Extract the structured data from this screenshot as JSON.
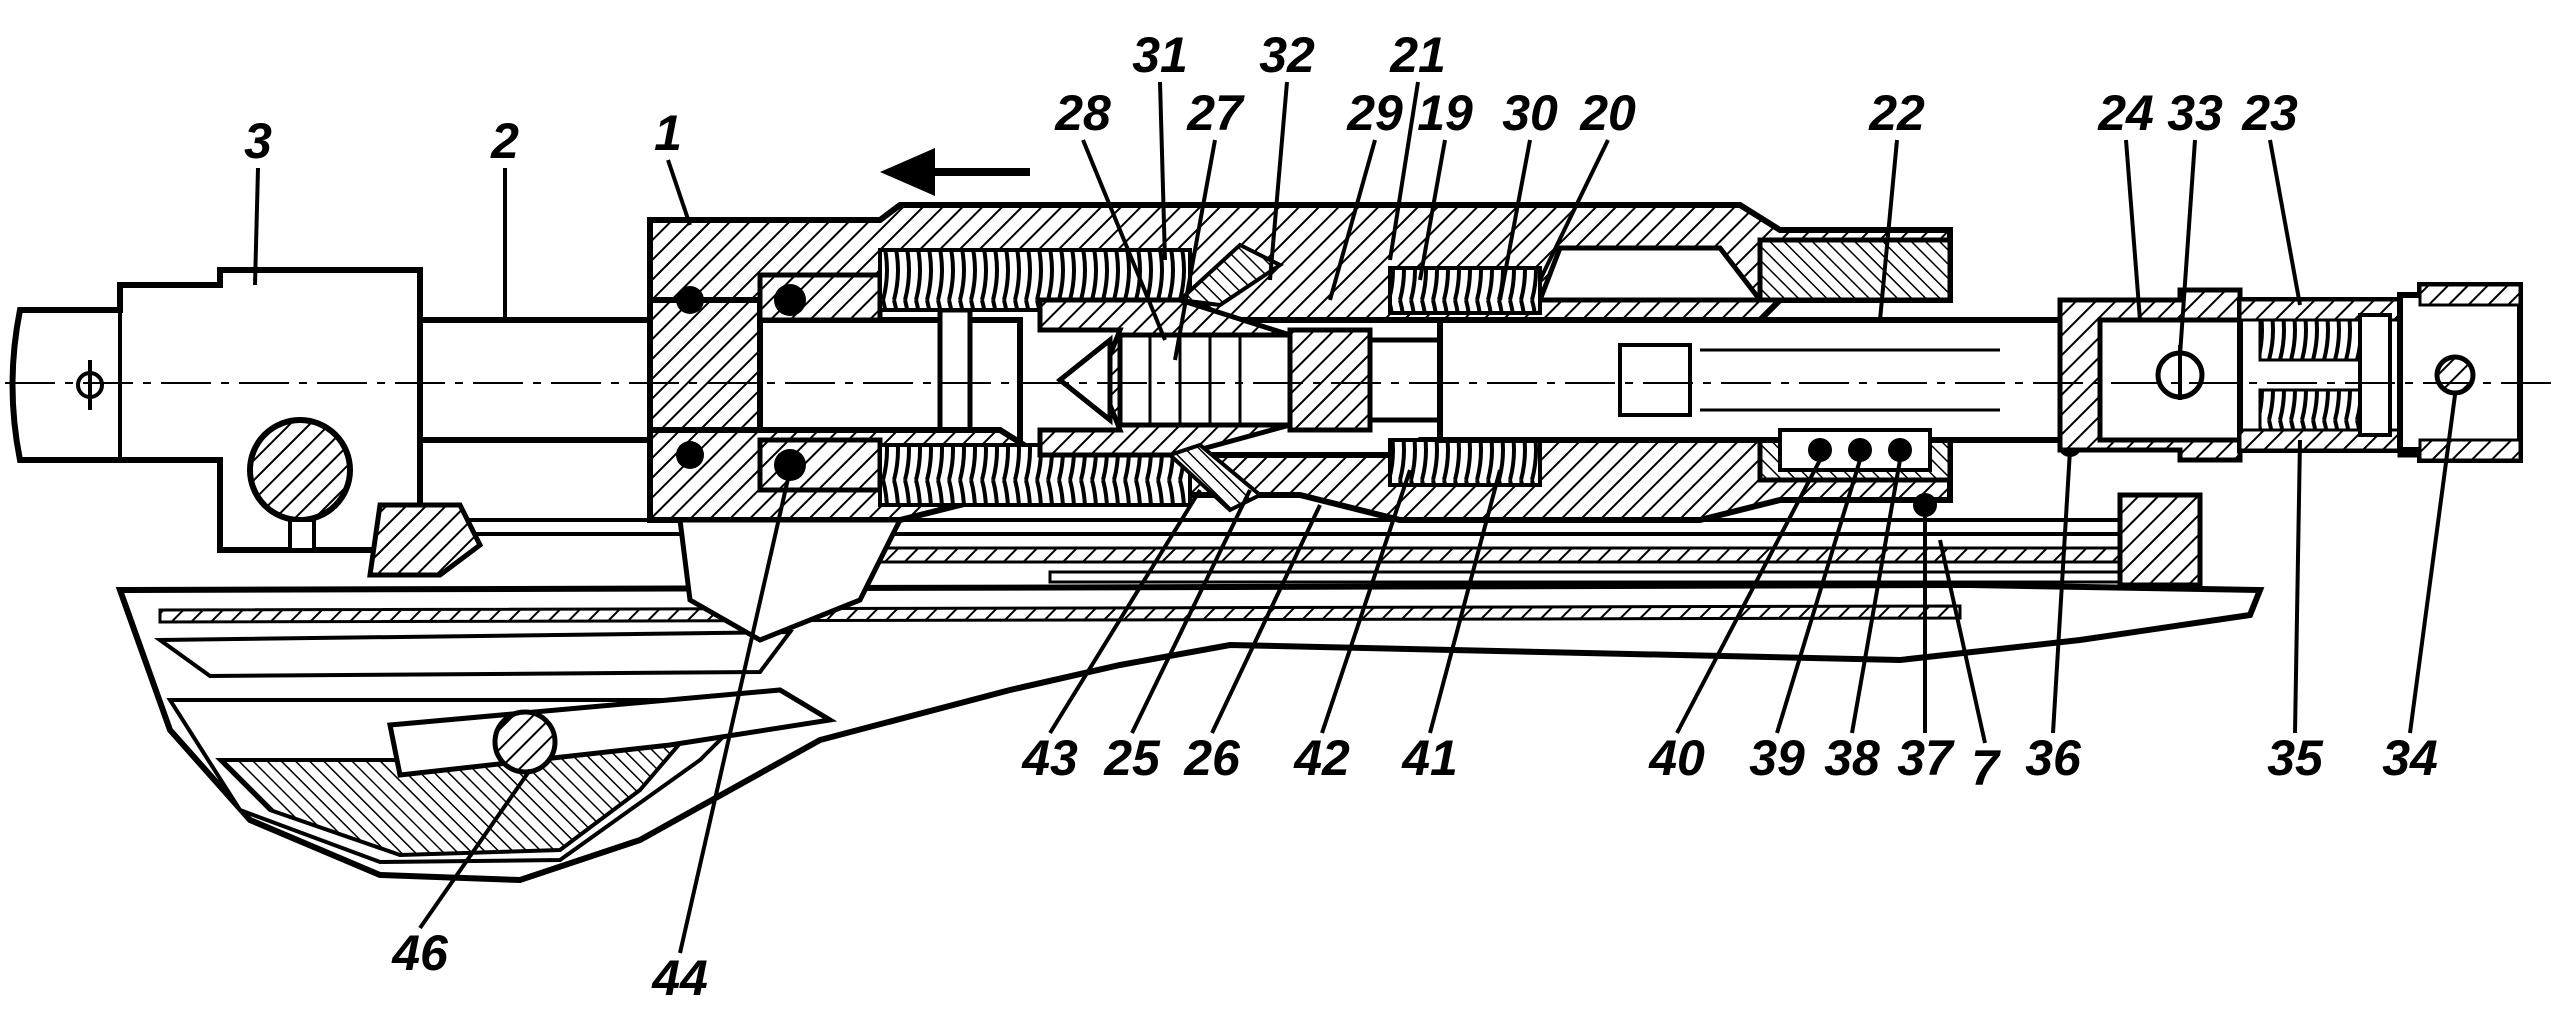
{
  "figure": {
    "labels": [
      "1",
      "2",
      "3",
      "7",
      "19",
      "20",
      "21",
      "22",
      "23",
      "24",
      "25",
      "26",
      "27",
      "28",
      "29",
      "30",
      "31",
      "32",
      "33",
      "34",
      "35",
      "36",
      "37",
      "38",
      "39",
      "40",
      "41",
      "42",
      "43",
      "44",
      "46"
    ],
    "direction_arrow": "arrow-left",
    "ink_color": "#000000",
    "paper_color": "#ffffff"
  }
}
